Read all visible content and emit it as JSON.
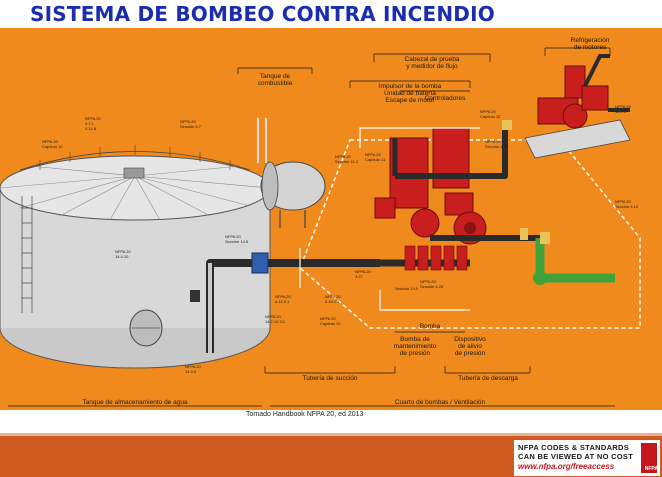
{
  "title": "SISTEMA DE BOMBEO CONTRA INCENDIO",
  "caption": "Tomado Handbook NFPA 20, ed 2013",
  "labels": {
    "tanque_combustible": [
      "Tanque de",
      "combustible"
    ],
    "cabezal_prueba": [
      "Cabezal de prueba",
      "y medidor de flujo"
    ],
    "impulsor": [
      "Impulsor de la bomba",
      "Unidad de batería",
      "Escape de motor"
    ],
    "refrigeracion": [
      "Refrigeración",
      "de motores"
    ],
    "controladores": "Controladores",
    "bomba": "Bomba",
    "bomba_mant": [
      "Bomba de",
      "mantenimiento",
      "de presión"
    ],
    "dispositivo": [
      "Dispositivo",
      "de alivio",
      "de presión"
    ],
    "tuberia_succion": "Tubería de succión",
    "tuberia_descarga": "Tubería de descarga",
    "tanque_almacenamiento": "Tanque de almacenamiento de agua",
    "cuarto_bombas": "Cuarto de bombas / Ventilación"
  },
  "footer": {
    "line1": "NFPA CODES & STANDARDS",
    "line2": "CAN BE VIEWED AT NO COST",
    "line3": "www.nfpa.org/freeaccess",
    "logo": "NFPA"
  },
  "colors": {
    "title": "#1a2db0",
    "background": "#f08a1c",
    "pipe": "#2a2a2a",
    "pump": "#c81e1e",
    "relief_pipe": "#3fa33a",
    "footer_bar": "#cf5a22"
  }
}
